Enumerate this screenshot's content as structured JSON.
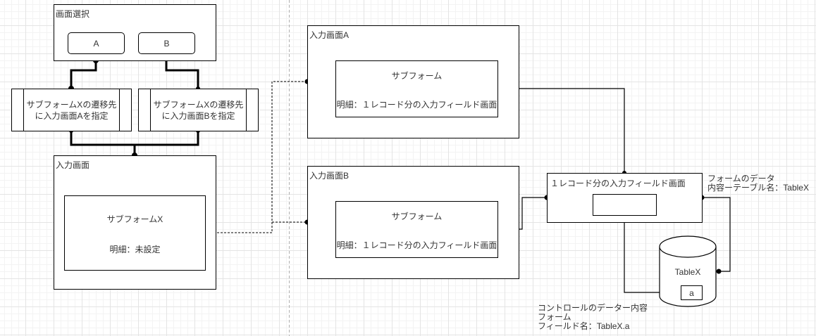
{
  "diagram": {
    "screen_select": {
      "title": "画面選択",
      "button_a": "A",
      "button_b": "B"
    },
    "process_a": {
      "line1": "サブフォームXの遷移先",
      "line2": "に入力画面Aを指定"
    },
    "process_b": {
      "line1": "サブフォームXの遷移先",
      "line2": "に入力画面Bを指定"
    },
    "input_screen": {
      "title": "入力画面",
      "subform_name": "サブフォームX",
      "subform_detail": "明細：未設定"
    },
    "input_screen_a": {
      "title": "入力画面A",
      "subform_name": "サブフォーム",
      "subform_detail": "明細：１レコード分の入力フィールド画面"
    },
    "input_screen_b": {
      "title": "入力画面B",
      "subform_name": "サブフォーム",
      "subform_detail": "明細：１レコード分の入力フィールド画面"
    },
    "record_screen": {
      "title": "１レコード分の入力フィールド画面"
    },
    "table": {
      "name": "TableX",
      "field": "a"
    },
    "notes": {
      "form_data": "フォームのデータ\n内容ーテーブル名：TableX",
      "control_data": "コントロールのデーター内容\nフォーム\nフィールド名：TableX.a"
    }
  }
}
